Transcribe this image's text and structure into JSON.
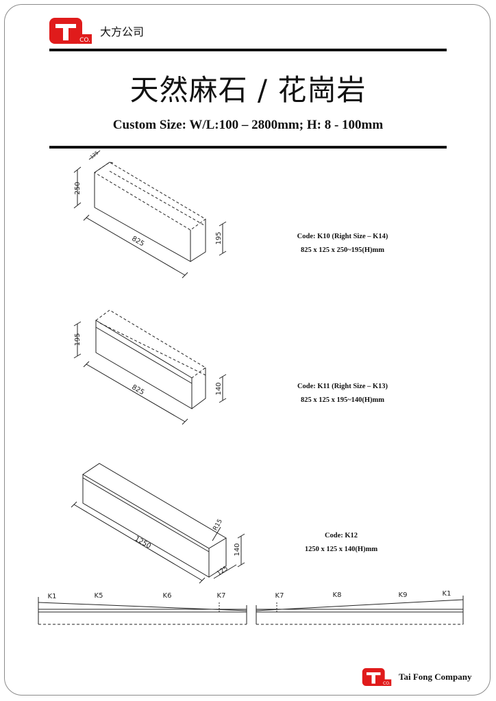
{
  "header": {
    "logo_text": "CO.",
    "company_name_cn": "大方公司"
  },
  "title": "天然麻石 / 花崗岩",
  "subtitle": "Custom Size: W/L:100 – 2800mm; H: 8 - 100mm",
  "products": [
    {
      "code": "Code: K10  (Right Size – K14)",
      "size": "825 x 125 x 250~195(H)mm",
      "dims": {
        "height_left": "250",
        "length": "825",
        "height_right": "195",
        "top": "125"
      }
    },
    {
      "code": "Code: K11  (Right Size – K13)",
      "size": "825 x 125 x 195~140(H)mm",
      "dims": {
        "height_left": "195",
        "length": "825",
        "height_right": "140"
      }
    },
    {
      "code": "Code: K12",
      "size": "1250 x 125 x 140(H)mm",
      "dims": {
        "length": "1250",
        "radius": "R15",
        "height": "140",
        "width": "125"
      }
    }
  ],
  "profile_labels": {
    "left": [
      "K1",
      "K5",
      "K6",
      "K7"
    ],
    "right": [
      "K7",
      "K8",
      "K9",
      "K1"
    ]
  },
  "footer": {
    "logo_text": "CO.",
    "company_name": "Tai Fong Company"
  }
}
